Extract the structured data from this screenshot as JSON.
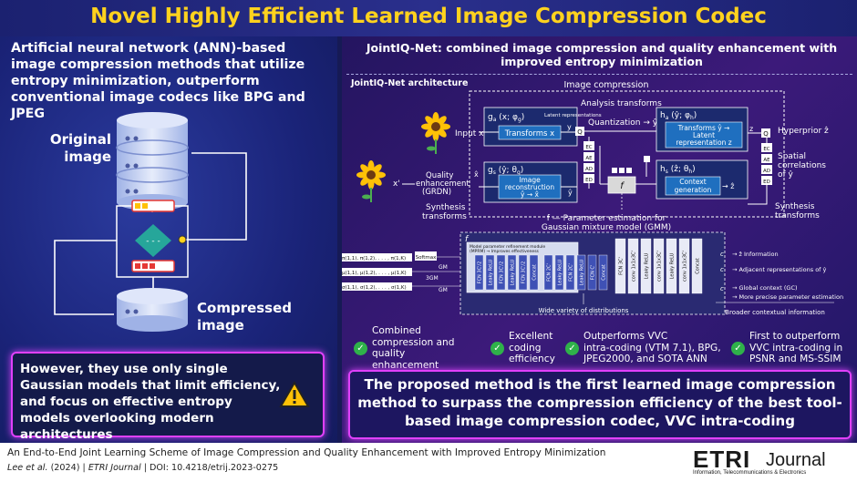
{
  "header": {
    "title": "Novel Highly Efficient Learned Image Compression Codec"
  },
  "left": {
    "intro": "Artificial neural network (ANN)-based image compression methods that utilize entropy minimization, outperform conventional image codecs like BPG and JPEG",
    "original_label_1": "Original",
    "original_label_2": "image",
    "compressed_label_1": "Compressed",
    "compressed_label_2": "image",
    "warning": "However, they use only single Gaussian models that limit efficiency, and focus on effective entropy models overlooking modern architectures",
    "warning_icon": "warning-triangle-icon"
  },
  "right": {
    "heading": "JointIQ-Net: combined image compression and quality enhancement with improved entropy minimization",
    "arch_title": "JointIQ-Net architecture",
    "image_compression": "Image compression",
    "analysis_transforms": "Analysis transforms",
    "ga": "g",
    "ga_sub": "a",
    "ga_args": " (x; φ",
    "ga_args_sub": "g",
    "ga_close": ")",
    "latent_rep": "Latent representations",
    "input_x": "Input x",
    "transforms_x": "Transforms x",
    "y_label": "y",
    "quantization": "Quantization → ŷ",
    "ha": "h",
    "ha_sub": "a",
    "ha_args": " (ŷ; φ",
    "ha_args_sub": "h",
    "ha_close": ")",
    "transforms_yhat_1": "Transforms ŷ →",
    "transforms_yhat_2": "Latent",
    "transforms_yhat_3": "representation z",
    "z_label": "z",
    "q_label": "Q",
    "ae": "AE",
    "ad": "AD",
    "ec": "EC",
    "ed": "ED",
    "hyperprior": "Hyperprior ẑ",
    "spatial_1": "Spatial",
    "spatial_2": "correlations",
    "spatial_3": "of ŷ",
    "gs": "g",
    "gs_sub": "s",
    "gs_args": " (ŷ; θ",
    "gs_args_sub": "g",
    "gs_close": ")",
    "xhat_label": "x̂",
    "quality_1": "Quality",
    "quality_2": "enhancement",
    "quality_3": "(GRDN)",
    "xprime": "x'",
    "image_recon_1": "Image",
    "image_recon_2": "reconstruction",
    "image_recon_3": "ŷ → x̂",
    "yhat_label": "ŷ",
    "f_label": "f",
    "hs": "h",
    "hs_sub": "s",
    "hs_args": " (ẑ; θ",
    "hs_args_sub": "h",
    "hs_close": ")",
    "context_1": "Context",
    "context_2": "generation",
    "context_out": "→ ẑ",
    "synthesis_left_1": "Synthesis",
    "synthesis_left_2": "transforms",
    "synthesis_right_1": "Synthesis",
    "synthesis_right_2": "transforms",
    "param_est_1": "f — Parameter estimation for",
    "param_est_2": "Gaussian mixture model (GMM)",
    "detail_f": "f",
    "mpmr_1": "Model parameter refinement module",
    "mpmr_2": "(MPRM) → Improves effectiveness",
    "softmax": "Softmax",
    "gm": "GM",
    "gm3": "3GM",
    "pi_row": "π(1,1), π(1,2), . . . , π(1,K)",
    "mu_row": "μ(1,1), μ(1,2), . . . , μ(1,K)",
    "sigma_row": "σ(1,1), σ(1,2), . . . , σ(1,K)",
    "variety": "Wide variety of distributions",
    "c1": "c",
    "c1_desc": "→ ẑ Information",
    "c2_desc": "→ Adjacent representations of ŷ",
    "c3_desc_1": "→ Global context (GC)",
    "c3_desc_2": "→ More precise parameter estimation",
    "broader": "Broader contextual information",
    "layers": [
      "FCN 3C'/2",
      "Leaky ReLU",
      "FCN 3C'/2",
      "Leaky ReLU",
      "FCN 3C'/2",
      "Concat"
    ],
    "layers2": [
      "FCN 2C'",
      "Leaky ReLU",
      "FCN 2C'",
      "Leaky ReLU",
      "FCN C'",
      "Concat"
    ],
    "convs": [
      "FCN 3C'",
      "conv 1x1x3C'",
      "Leaky ReLU",
      "conv 1x1x3C'",
      "Leaky ReLU",
      "conv 1x1x3C'",
      "Concat"
    ],
    "features": [
      {
        "line1": "Combined",
        "line2": "compression and",
        "line3": "quality enhancement"
      },
      {
        "line1": "Excellent",
        "line2": "coding",
        "line3": "efficiency"
      },
      {
        "line1": "Outperforms VVC",
        "line2": "intra-coding (VTM 7.1), BPG,",
        "line3": "JPEG2000, and SOTA ANN"
      },
      {
        "line1": "First to outperform",
        "line2": "VVC intra-coding in",
        "line3": "PSNR and MS-SSIM"
      }
    ],
    "check_glyph": "✓",
    "result": "The proposed method is the first learned image compression method to surpass the compression efficiency of the best tool-based image compression codec, VVC intra-coding"
  },
  "footer": {
    "paper_title": "An End-to-End Joint Learning Scheme of Image Compression and Quality Enhancement with Improved Entropy Minimization",
    "citation_author": "Lee et al.",
    "citation_rest_1": " (2024) | ",
    "citation_journal": "ETRI Journal",
    "citation_rest_2": " | DOI: 10.4218/etrij.2023-0275",
    "logo_etri": "ETRI",
    "logo_journal": "Journal",
    "logo_sub": "Information, Telecommunications & Electronics"
  },
  "colors": {
    "accent_yellow": "#ffd21e",
    "neon_pink": "#e040fb",
    "check_green": "#2fb14a",
    "panel_blue": "#1a2378",
    "panel_purple": "#3c1a7a"
  }
}
